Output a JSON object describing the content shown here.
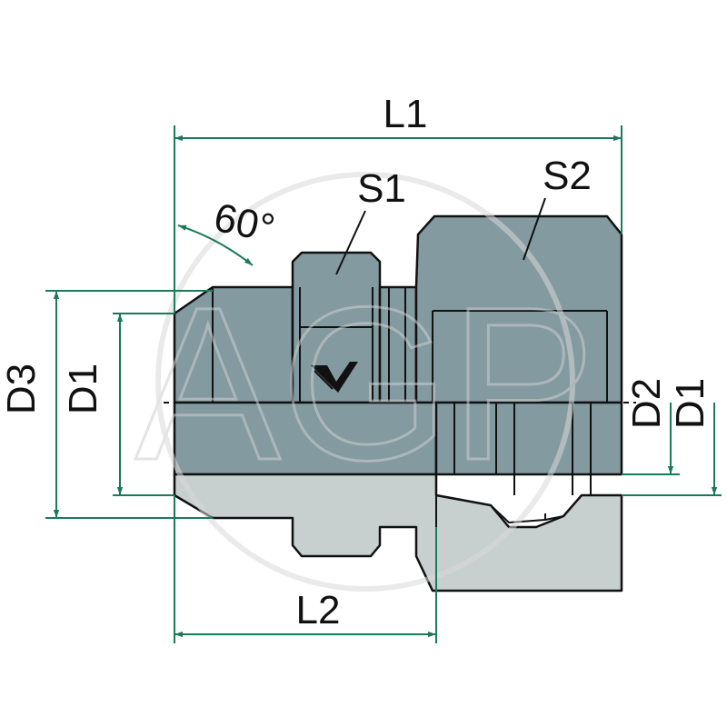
{
  "watermark": {
    "text": "AGP"
  },
  "dimensions": {
    "L1": "L1",
    "L2": "L2",
    "S1": "S1",
    "S2": "S2",
    "D1_left": "D1",
    "D3": "D3",
    "D2": "D2",
    "D1_right": "D1",
    "angle": "60°"
  },
  "colors": {
    "body": "#839aa1",
    "section": "#c7cfcf",
    "dimension": "#1a7a5c",
    "outline": "#111111",
    "watermark": "#d9d9d9"
  }
}
